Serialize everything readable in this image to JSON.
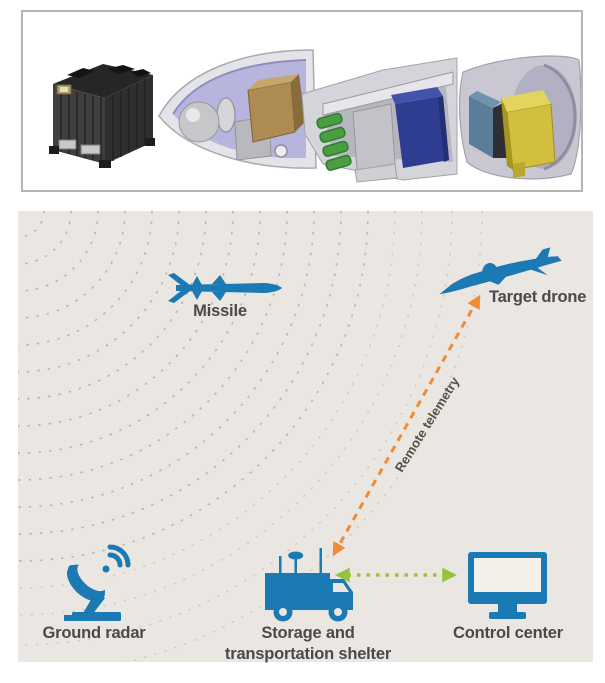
{
  "figure": {
    "gallery": {
      "items": [
        {
          "icon": "electronics-unit-render"
        },
        {
          "icon": "seeker-nose-cutaway-render"
        },
        {
          "icon": "equipment-bay-cutaway-render"
        },
        {
          "icon": "payload-bay-cutaway-render"
        }
      ]
    },
    "diagram": {
      "labels": {
        "missile": "Missile",
        "target_drone": "Target drone",
        "remote_telemetry": "Remote telemetry",
        "ground_radar": "Ground radar",
        "shelter_line1": "Storage and",
        "shelter_line2": "transportation shelter",
        "control_center": "Control center"
      },
      "colors": {
        "background": "#eae6e1",
        "icon_blue": "#1b79b4",
        "telemetry_orange": "#ee8c38",
        "datalink_green": "#97c23c",
        "wave_gray": "#b2ada5",
        "label_gray": "#4a4a4a"
      }
    }
  }
}
